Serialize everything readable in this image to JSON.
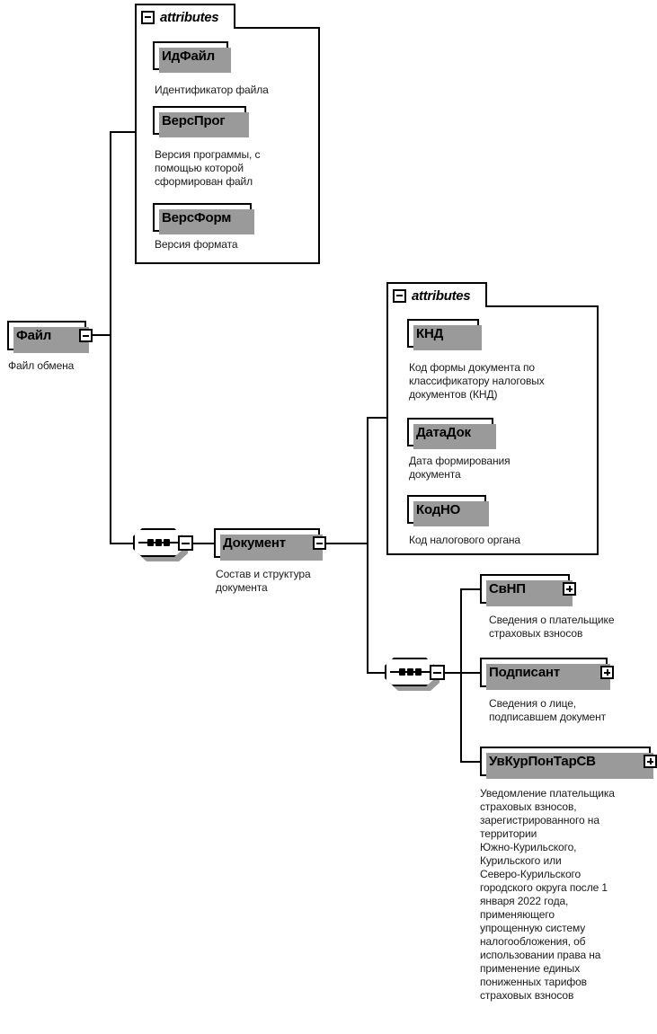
{
  "diagram": {
    "title": "XML schema structure diagram",
    "root": {
      "name": "Файл",
      "description": "Файл обмена",
      "toggle": "minus"
    },
    "file_attributes": {
      "group_label": "attributes",
      "group_toggle": "minus",
      "items": [
        {
          "name": "ИдФайл",
          "description": "Идентификатор файла"
        },
        {
          "name": "ВерсПрог",
          "description": "Версия программы, с\nпомощью которой\nсформирован файл"
        },
        {
          "name": "ВерсФорм",
          "description": "Версия формата"
        }
      ]
    },
    "document": {
      "name": "Документ",
      "description": "Состав и структура\nдокумента",
      "toggle": "minus"
    },
    "document_attributes": {
      "group_label": "attributes",
      "group_toggle": "minus",
      "items": [
        {
          "name": "КНД",
          "description": "Код формы документа по\nклассификатору налоговых\nдокументов (КНД)"
        },
        {
          "name": "ДатаДок",
          "description": "Дата формирования\nдокумента"
        },
        {
          "name": "КодНО",
          "description": "Код налогового органа"
        }
      ]
    },
    "document_children": [
      {
        "name": "СвНП",
        "description": "Сведения о плательщике\nстраховых взносов",
        "toggle": "plus"
      },
      {
        "name": "Подписант",
        "description": "Сведения о лице,\nподписавшем документ",
        "toggle": "plus"
      },
      {
        "name": "УвКурПонТарСВ",
        "description": "Уведомление плательщика\nстраховых взносов,\nзарегистрированного на\nтерритории\nЮжно-Курильского,\nКурильского или\nСеверо-Курильского\nгородского округа после 1\nянваря 2022 года,\nприменяющего\nупрощенную систему\nналогообложения, об\nиспользовании права на\nприменение единых\nпониженных тарифов\nстраховых взносов",
        "toggle": "plus"
      }
    ],
    "compositors": [
      {
        "name": "file-sequence",
        "kind": "sequence",
        "dots": 3
      },
      {
        "name": "document-sequence",
        "kind": "sequence",
        "dots": 3
      }
    ],
    "colors": {
      "stroke": "#000000",
      "background": "#ffffff",
      "shadow": "#9a9a9a",
      "text": "#1a1a1a"
    }
  }
}
